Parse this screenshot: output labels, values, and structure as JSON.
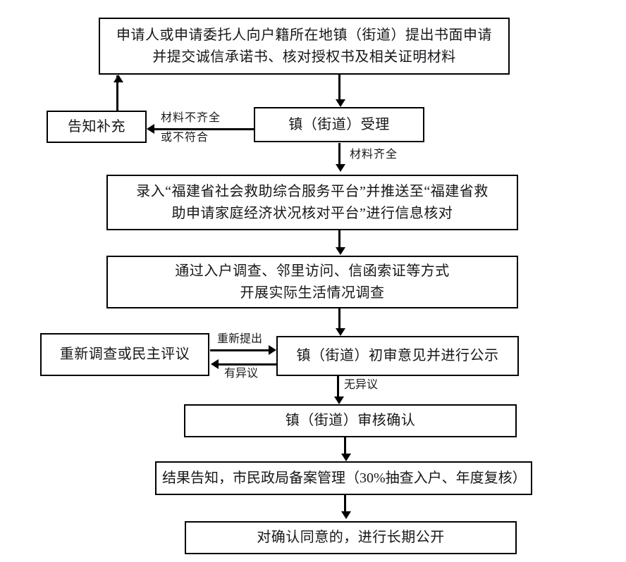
{
  "diagram": {
    "type": "flowchart",
    "title_present": false,
    "colors": {
      "background": "#ffffff",
      "box_border": "#000000",
      "text": "#1a1a1a",
      "connector": "#000000"
    },
    "nodes": [
      {
        "id": "apply",
        "text": "申请人或申请委托人向户籍所在地镇（街道）提出书面申请\n并提交诚信承诺书、核对授权书及相关证明材料"
      },
      {
        "id": "notify-supplement",
        "text": "告知补充"
      },
      {
        "id": "town-accept",
        "text": "镇（街道）受理"
      },
      {
        "id": "platform-entry",
        "text": "录入“福建省社会救助综合服务平台”并推送至“福建省救\n助申请家庭经济状况核对平台”进行信息核对"
      },
      {
        "id": "investigation",
        "text": "通过入户调查、邻里访问、信函索证等方式\n开展实际生活情况调查"
      },
      {
        "id": "reinvestigate",
        "text": "重新调查或民主评议"
      },
      {
        "id": "preliminary-review",
        "text": "镇（街道）初审意见并进行公示"
      },
      {
        "id": "town-confirm",
        "text": "镇（街道）审核确认"
      },
      {
        "id": "result-notice",
        "text": "结果告知，市民政局备案管理（30%抽查入户、年度复核）"
      },
      {
        "id": "long-term-public",
        "text": "对确认同意的，进行长期公开"
      }
    ],
    "edge_labels": [
      {
        "id": "incomplete-materials",
        "line1": "材料不齐全",
        "line2": "或不符合"
      },
      {
        "id": "materials-complete",
        "text": "材料齐全"
      },
      {
        "id": "resubmit",
        "text": "重新提出"
      },
      {
        "id": "has-objection",
        "text": "有异议"
      },
      {
        "id": "no-objection",
        "text": "无异议"
      }
    ]
  }
}
